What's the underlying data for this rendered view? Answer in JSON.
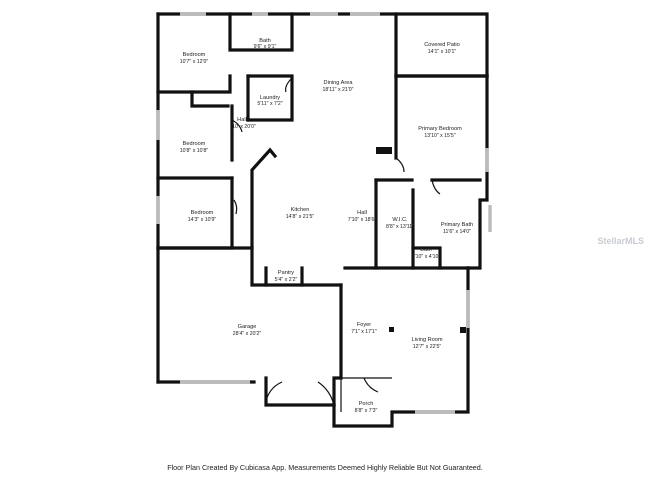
{
  "rooms": [
    {
      "name": "Bedroom",
      "dims": "10'7\" x 12'0\""
    },
    {
      "name": "Bath",
      "dims": "9'6\" x 9'1\""
    },
    {
      "name": "Laundry",
      "dims": "5'11\" x 7'2\""
    },
    {
      "name": "Hall",
      "dims": "10' x 20'0\""
    },
    {
      "name": "Bedroom",
      "dims": "10'8\" x 10'8\""
    },
    {
      "name": "Bedroom",
      "dims": "14'3\" x 10'9\""
    },
    {
      "name": "Dining Area",
      "dims": "18'11\" x 21'0\""
    },
    {
      "name": "Covered Patio",
      "dims": "14'1\" x 10'1\""
    },
    {
      "name": "Primary Bedroom",
      "dims": "13'10\" x 15'5\""
    },
    {
      "name": "Kitchen",
      "dims": "14'8\" x 21'5\""
    },
    {
      "name": "Hall",
      "dims": "7'10\" x 18'6\""
    },
    {
      "name": "W.I.C.",
      "dims": "8'8\" x 13'11\""
    },
    {
      "name": "Primary Bath",
      "dims": "11'6\" x 14'0\""
    },
    {
      "name": "Bath",
      "dims": "2'10\" x 4'10\""
    },
    {
      "name": "Pantry",
      "dims": "5'4\" x 2'2\""
    },
    {
      "name": "Garage",
      "dims": "28'4\" x 20'2\""
    },
    {
      "name": "Foyer",
      "dims": "7'1\" x 17'1\""
    },
    {
      "name": "Living Room",
      "dims": "12'7\" x 22'5\""
    },
    {
      "name": "Porch",
      "dims": "8'8\" x 7'3\""
    }
  ],
  "footer": {
    "text": "Floor Plan Created By Cubicasa App. Measurements Deemed Highly Reliable But Not Guaranteed."
  },
  "watermark": {
    "text": "StellarMLS"
  }
}
